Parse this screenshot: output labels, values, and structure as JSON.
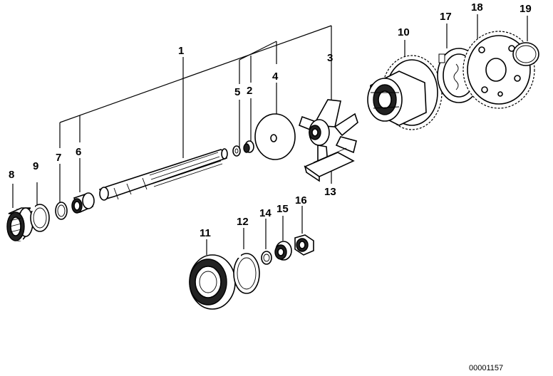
{
  "callouts": [
    {
      "id": "1",
      "label": "1"
    },
    {
      "id": "2",
      "label": "2"
    },
    {
      "id": "3",
      "label": "3"
    },
    {
      "id": "4",
      "label": "4"
    },
    {
      "id": "5",
      "label": "5"
    },
    {
      "id": "6",
      "label": "6"
    },
    {
      "id": "7",
      "label": "7"
    },
    {
      "id": "8",
      "label": "8"
    },
    {
      "id": "9",
      "label": "9"
    },
    {
      "id": "10",
      "label": "10"
    },
    {
      "id": "11",
      "label": "11"
    },
    {
      "id": "12",
      "label": "12"
    },
    {
      "id": "13",
      "label": "13"
    },
    {
      "id": "14",
      "label": "14"
    },
    {
      "id": "15",
      "label": "15"
    },
    {
      "id": "16",
      "label": "16"
    },
    {
      "id": "17",
      "label": "17"
    },
    {
      "id": "18",
      "label": "18"
    },
    {
      "id": "19",
      "label": "19"
    }
  ],
  "document_number": "00001157"
}
